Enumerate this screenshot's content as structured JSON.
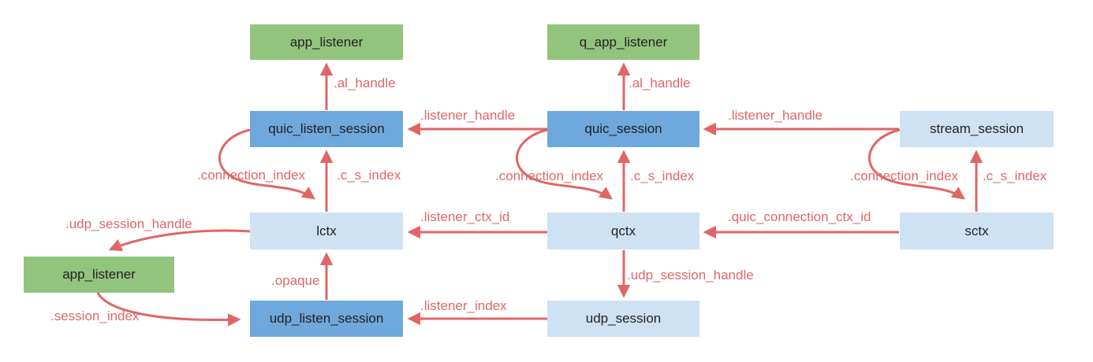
{
  "colors": {
    "app_struct_green": "#93c47d",
    "session_struct_blue": "#6fa8dc",
    "ctx_struct_light_blue": "#cfe2f3",
    "arrow_red": "#e06666",
    "node_text": "#212121"
  },
  "nodes": {
    "app_listener_top": {
      "label": "app_listener"
    },
    "q_app_listener": {
      "label": "q_app_listener"
    },
    "quic_listen_session": {
      "label": "quic_listen_session"
    },
    "quic_session": {
      "label": "quic_session"
    },
    "stream_session": {
      "label": "stream_session"
    },
    "lctx": {
      "label": "lctx"
    },
    "qctx": {
      "label": "qctx"
    },
    "sctx": {
      "label": "sctx"
    },
    "app_listener_bottom": {
      "label": "app_listener"
    },
    "udp_listen_session": {
      "label": "udp_listen_session"
    },
    "udp_session": {
      "label": "udp_session"
    }
  },
  "edges": {
    "al_handle_left": {
      "label": ".al_handle",
      "from": "quic_listen_session",
      "to": "app_listener_top"
    },
    "al_handle_mid": {
      "label": ".al_handle",
      "from": "quic_session",
      "to": "q_app_listener"
    },
    "listener_handle_left": {
      "label": ".listener_handle",
      "from": "quic_session",
      "to": "quic_listen_session"
    },
    "listener_handle_right": {
      "label": ".listener_handle",
      "from": "stream_session",
      "to": "quic_session"
    },
    "connection_index_left": {
      "label": ".connection_index",
      "from": "quic_listen_session",
      "to": "lctx"
    },
    "connection_index_mid": {
      "label": ".connection_index",
      "from": "quic_session",
      "to": "qctx"
    },
    "connection_index_right": {
      "label": ".connection_index",
      "from": "stream_session",
      "to": "sctx"
    },
    "c_s_index_left": {
      "label": ".c_s_index",
      "from": "lctx",
      "to": "quic_listen_session"
    },
    "c_s_index_mid": {
      "label": ".c_s_index",
      "from": "qctx",
      "to": "quic_session"
    },
    "c_s_index_right": {
      "label": ".c_s_index",
      "from": "sctx",
      "to": "stream_session"
    },
    "listener_ctx_id": {
      "label": ".listener_ctx_id",
      "from": "qctx",
      "to": "lctx"
    },
    "quic_connection_ctx_id": {
      "label": ".quic_connection_ctx_id",
      "from": "sctx",
      "to": "qctx"
    },
    "udp_session_handle_left": {
      "label": ".udp_session_handle",
      "from": "lctx",
      "to": "app_listener_bottom"
    },
    "udp_session_handle_mid": {
      "label": ".udp_session_handle",
      "from": "qctx",
      "to": "udp_session"
    },
    "opaque": {
      "label": ".opaque",
      "from": "udp_listen_session",
      "to": "lctx"
    },
    "listener_index": {
      "label": ".listener_index",
      "from": "udp_session",
      "to": "udp_listen_session"
    },
    "session_index": {
      "label": ".session_index",
      "from": "app_listener_bottom",
      "to": "udp_listen_session"
    }
  }
}
